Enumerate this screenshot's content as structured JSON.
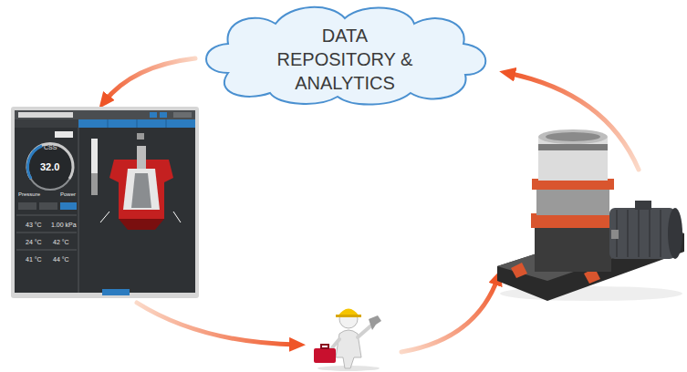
{
  "diagram": {
    "nodes": [
      {
        "text": [
          "DATA REPOSITORY & ANALYTICS"
        ]
      }
    ],
    "labels": [
      "CSS",
      "32.0",
      "Pressure",
      "Power",
      "43 °C",
      "1.00 kPa",
      "24 °C",
      "42 °C",
      "41 °C",
      "44 °C"
    ]
  }
}
